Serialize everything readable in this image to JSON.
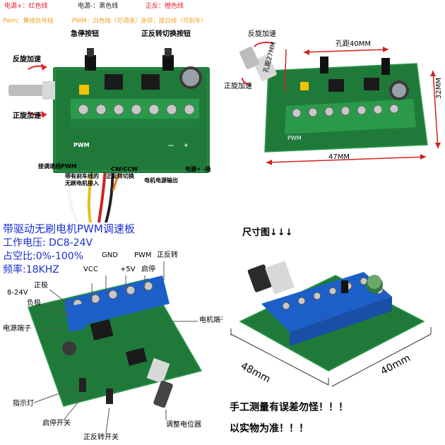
{
  "legend": {
    "line1_a": "电源+：红色线",
    "line1_b": "电源-：黑色线",
    "line1_c": "正反：橙色线",
    "line2_a": "Pwm：黄线信号线",
    "line2_b": "PWM：白色线（可调速）急停：接白线（可刹车）"
  },
  "top_left_photo": {
    "reverse_speedup": "反旋加速",
    "forward_speedup": "正旋加速",
    "estop_button": "急停按钮",
    "direction_button": "正反转切换按钮",
    "pwm_wire": "接调速线PWM",
    "brake_wire": "带有刹车线的",
    "brushless_connect": "无刷电机接入",
    "cw_ccw": "CW/CCW",
    "cw_ccw_switch": "正反转切换",
    "motor_power_out": "电机电源输出",
    "power_pm": "电源+ -极",
    "silk_pwm": "PWM",
    "silk_minus": "—",
    "silk_plus": "+"
  },
  "top_right_photo": {
    "reverse_speedup": "反旋加速",
    "forward_speedup": "正旋加速",
    "hole_spacing": "孔距40MM",
    "hole_spacing_v": "孔距27MM",
    "width": "47MM",
    "height": "32MM",
    "silk_pwm": "PWM"
  },
  "bottom_left": {
    "title": "带驱动无刷电机PWM调速板",
    "voltage": "工作电压: DC8-24V",
    "duty": "占空比:0%-100%",
    "freq": "频率:18KHZ",
    "gnd": "GND",
    "pwm": "PWM",
    "fwd_rev": "正反转",
    "vcc": "VCC",
    "plus5v": "+5V",
    "start_stop": "启停",
    "v8_24": "8-24V",
    "positive": "正极",
    "negative": "负极",
    "power_terminal": "电源端子",
    "motor_terminal": "电机端子",
    "indicator": "指示灯",
    "start_stop_switch": "启停开关",
    "fwd_rev_switch": "正反转开关",
    "pot": "调整电位器"
  },
  "bottom_right": {
    "size_title": "尺寸图↓↓↓",
    "dim_48": "48mm",
    "dim_40": "40mm",
    "note1": "手工测量有误差勿怪！！！",
    "note2": "以实物为准！！！"
  },
  "colors": {
    "red": "#e8202a",
    "orange": "#f0a020",
    "blue_title": "#1a30d0",
    "pcb": "#1f7a3a",
    "terminal_green": "#2a9a4a",
    "terminal_blue": "#1d5fc8"
  }
}
